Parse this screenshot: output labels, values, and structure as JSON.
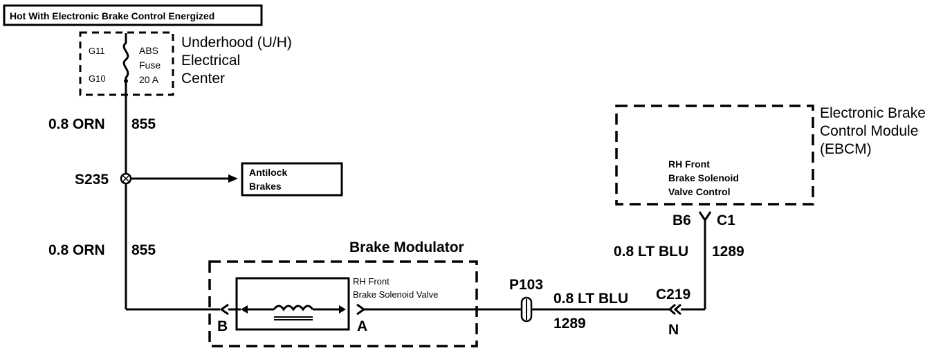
{
  "header": {
    "title": "Hot With Electronic Brake Control Energized"
  },
  "fuse_block": {
    "terminal_top": "G11",
    "terminal_bottom": "G10",
    "fuse_name": "ABS",
    "fuse_word": "Fuse",
    "fuse_rating": "20 A",
    "center_label": [
      "Underhood (U/H)",
      "Electrical",
      "Center"
    ]
  },
  "wires": {
    "upper_gauge_color": "0.8 ORN",
    "upper_circuit": "855",
    "lower_gauge_color": "0.8 ORN",
    "lower_circuit": "855",
    "module_gauge_color": "0.8 LT BLU",
    "module_circuit": "1289",
    "bottom_gauge_color": "0.8 LT BLU",
    "bottom_circuit": "1289"
  },
  "splice": {
    "label": "S235"
  },
  "antilock_box": {
    "lines": [
      "Antilock",
      "Brakes"
    ]
  },
  "ebcm": {
    "title": [
      "Electronic Brake",
      "Control Module",
      "(EBCM)"
    ],
    "function": [
      "RH Front",
      "Brake Solenoid",
      "Valve Control"
    ],
    "pin_left": "B6",
    "pin_right": "C1"
  },
  "brake_modulator": {
    "title": "Brake Modulator",
    "component": [
      "RH Front",
      "Brake Solenoid Valve"
    ],
    "pin_b": "B",
    "pin_a": "A"
  },
  "connectors": {
    "inline": "P103",
    "module_connector": "C219",
    "module_pin": "N"
  }
}
